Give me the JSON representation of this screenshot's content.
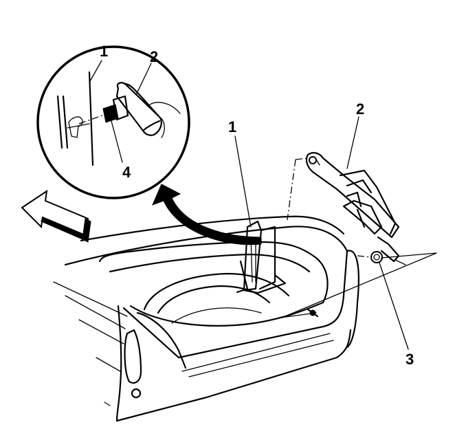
{
  "callouts": {
    "detail_bracket": "1",
    "detail_spare_tire_carrier": "2",
    "detail_bolt": "4",
    "main_bracket": "1",
    "main_carrier": "2",
    "main_nut": "3"
  }
}
